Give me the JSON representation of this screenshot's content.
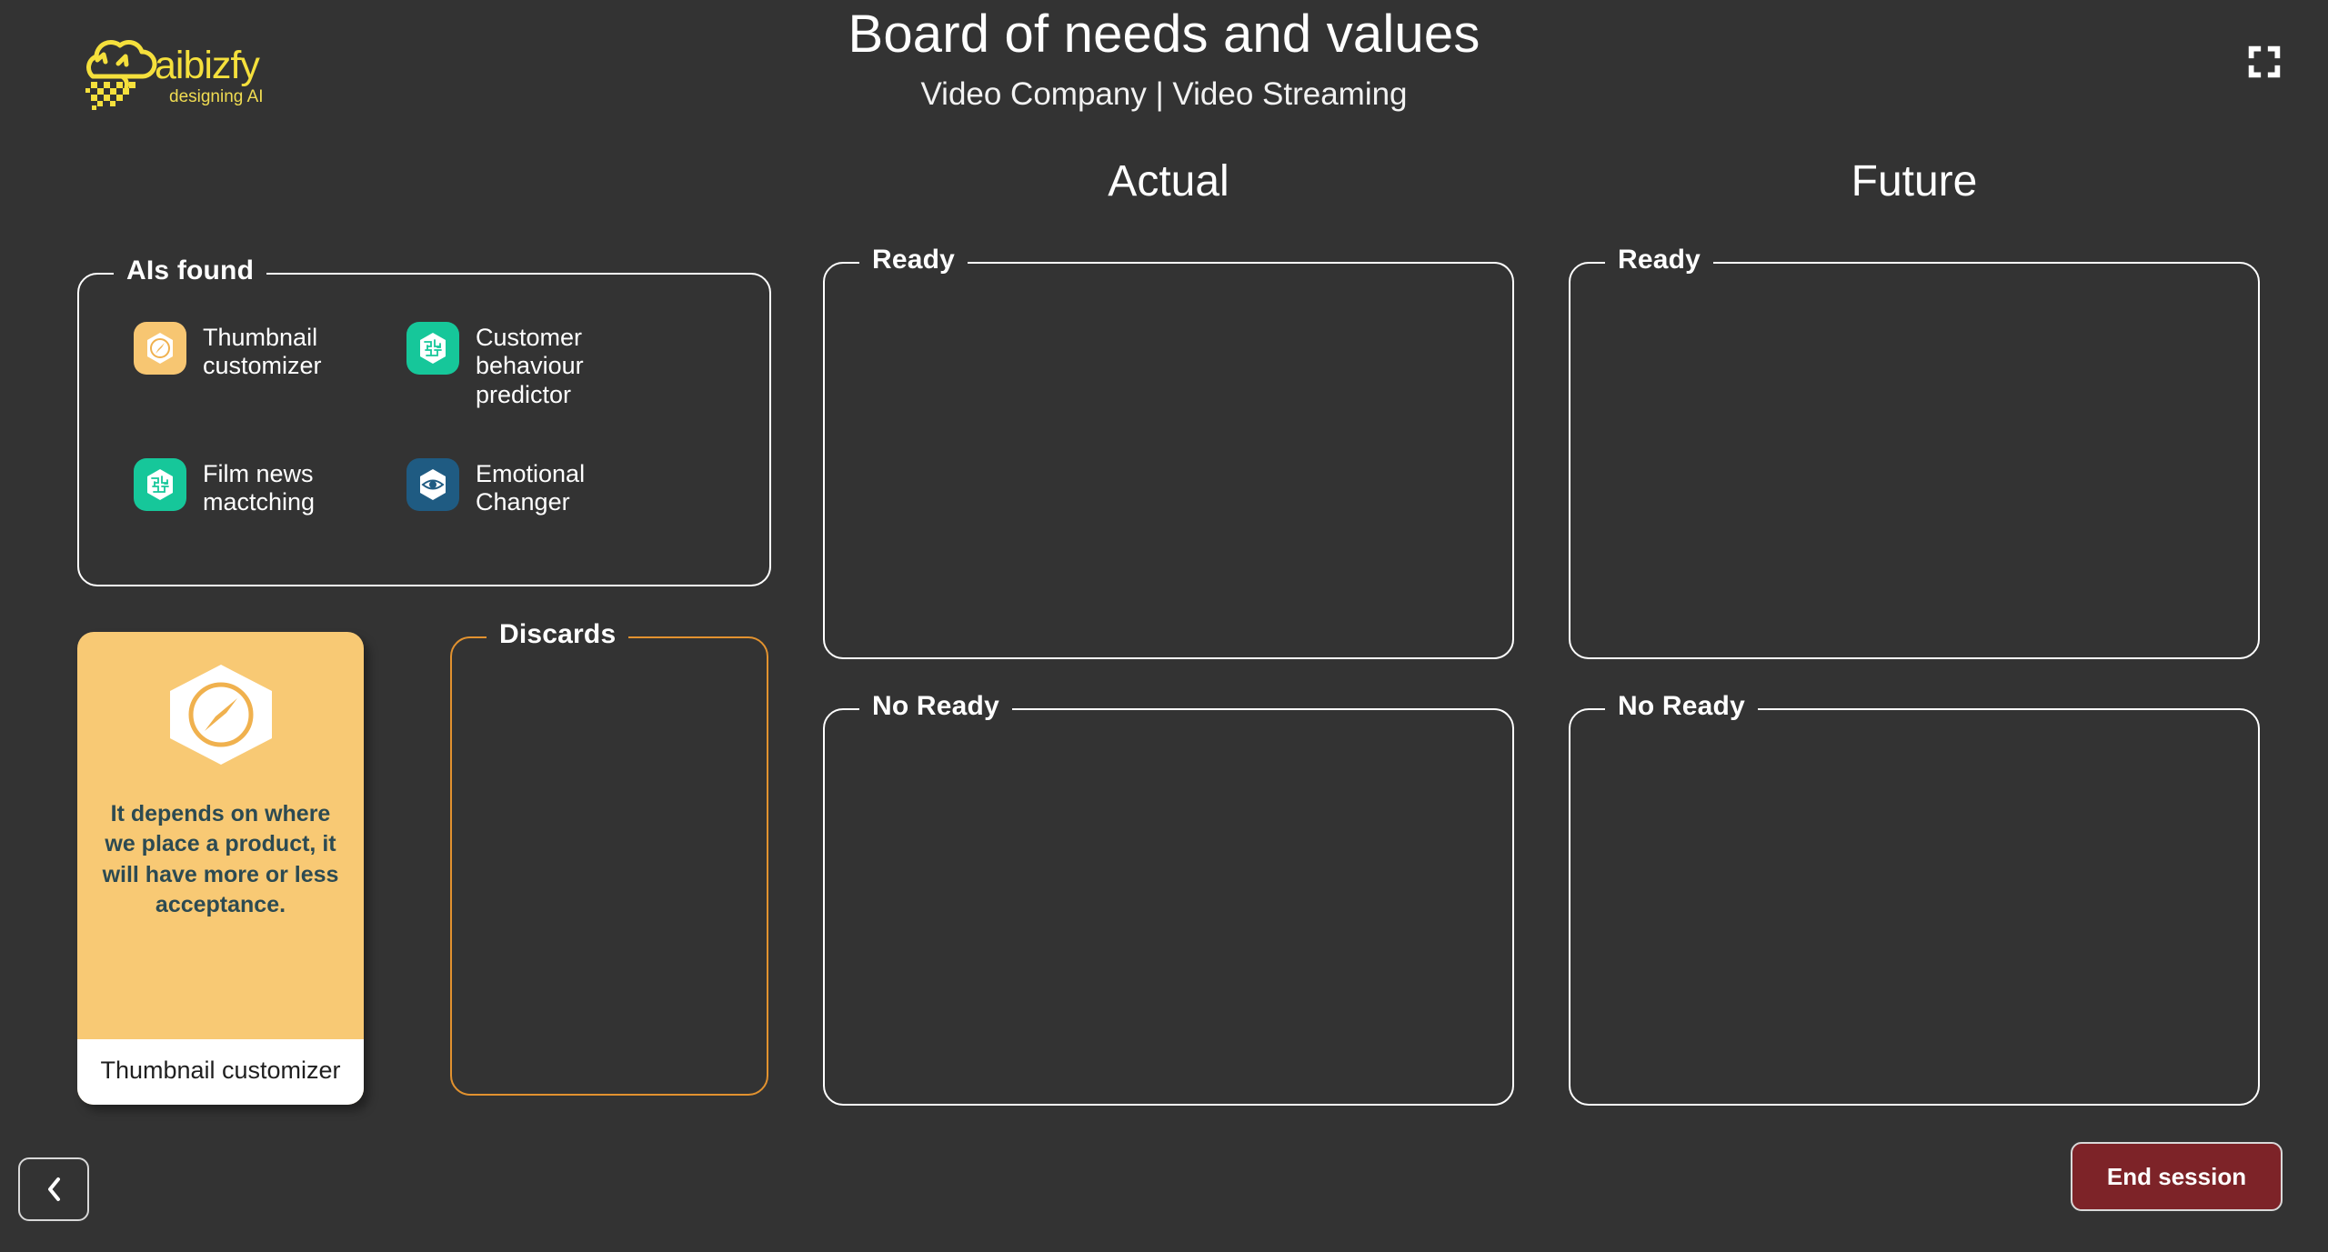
{
  "brand": {
    "name": "aibizfy",
    "tagline": "designing AI",
    "color": "#f5e03c",
    "logo_icon": "cloud-pixel-rain-icon"
  },
  "header": {
    "title": "Board of needs and values",
    "subtitle": "Video Company | Video Streaming",
    "fullscreen_icon": "fullscreen-expand-icon"
  },
  "columns": {
    "actual": "Actual",
    "future": "Future"
  },
  "panels": {
    "ais_found": "AIs found",
    "discards": "Discards",
    "actual_ready": "Ready",
    "actual_no_ready": "No Ready",
    "future_ready": "Ready",
    "future_no_ready": "No Ready"
  },
  "ais_found_items": [
    {
      "label": "Thumbnail customizer",
      "icon": "compass-hexagon-icon",
      "color": "#f7c672"
    },
    {
      "label": "Customer behaviour predictor",
      "icon": "circuit-hexagon-icon",
      "color": "#16c79a"
    },
    {
      "label": "Film news mactching",
      "icon": "circuit-hexagon-icon",
      "color": "#16c79a"
    },
    {
      "label": "Emotional Changer",
      "icon": "eye-hexagon-icon",
      "color": "#1f5b82"
    }
  ],
  "value_card": {
    "text": "It depends on where we place a product, it will have more or less acceptance.",
    "footer": "Thumbnail customizer",
    "icon": "compass-hexagon-icon",
    "bg_color": "#f8c974",
    "text_color": "#2c4a52"
  },
  "footer": {
    "back_label": "‹",
    "back_icon": "chevron-left-icon",
    "end_session_label": "End session",
    "end_session_color": "#7d2328"
  },
  "theme": {
    "background": "#333333",
    "panel_border": "#ffffff",
    "discards_border": "#e2922f"
  }
}
